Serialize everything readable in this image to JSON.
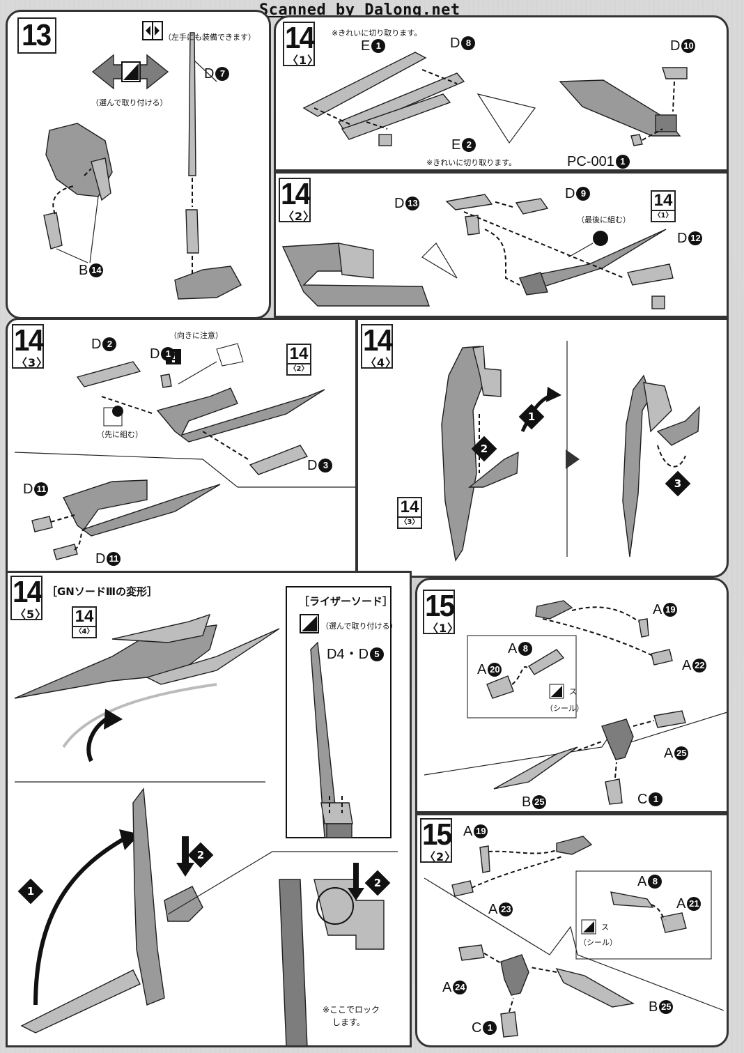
{
  "header": {
    "scanner_credit": "Scanned by Dalong.net"
  },
  "steps": {
    "s13": {
      "number": "13",
      "note_top": "（左手にも装備できます）",
      "note_choose": "（選んで取り付ける）",
      "labels": {
        "d7": "D",
        "d7n": "7",
        "b14": "B",
        "b14n": "14"
      }
    },
    "s14_1": {
      "number": "14",
      "sub": "〈1〉",
      "note_cut1": "※きれいに切り取ります。",
      "note_cut2": "※きれいに切り取ります。",
      "labels": {
        "e1": "E",
        "e1n": "1",
        "d8": "D",
        "d8n": "8",
        "e2": "E",
        "e2n": "2",
        "d10": "D",
        "d10n": "10",
        "pc": "PC-001",
        "pcn": "1"
      }
    },
    "s14_2": {
      "number": "14",
      "sub": "〈2〉",
      "note_last": "（最後に組む）",
      "ref": {
        "n": "14",
        "s": "〈1〉"
      },
      "labels": {
        "d13": "D",
        "d13n": "13",
        "d9": "D",
        "d9n": "9",
        "d12": "D",
        "d12n": "12"
      }
    },
    "s14_3": {
      "number": "14",
      "sub": "〈3〉",
      "note_dir": "（向きに注意）",
      "note_first": "（先に組む）",
      "ref": {
        "n": "14",
        "s": "〈2〉"
      },
      "labels": {
        "d2": "D",
        "d2n": "2",
        "d1": "D",
        "d1n": "1",
        "d3": "D",
        "d3n": "3",
        "d11a": "D",
        "d11an": "11",
        "d11b": "D",
        "d11bn": "11"
      }
    },
    "s14_4": {
      "number": "14",
      "sub": "〈4〉",
      "ref": {
        "n": "14",
        "s": "〈3〉"
      },
      "callouts": [
        "1",
        "2",
        "3"
      ]
    },
    "s14_5": {
      "number": "14",
      "sub": "〈5〉",
      "title": "［GNソードⅢの変形］",
      "ref": {
        "n": "14",
        "s": "〈4〉"
      },
      "riser_title": "［ライザーソード］",
      "note_choose": "（選んで取り付ける）",
      "labels": {
        "d45": "D",
        "d45n": "4・D",
        "d45m": "5"
      },
      "lock_note_1": "※ここでロック",
      "lock_note_2": "します。",
      "callouts": [
        "1",
        "2",
        "2"
      ]
    },
    "s15_1": {
      "number": "15",
      "sub": "〈1〉",
      "sticker": "（シール）",
      "sticker_mark": "ス",
      "labels": {
        "a19": "A",
        "a19n": "19",
        "a8": "A",
        "a8n": "8",
        "a20": "A",
        "a20n": "20",
        "a22": "A",
        "a22n": "22",
        "a25": "A",
        "a25n": "25",
        "b25": "B",
        "b25n": "25",
        "c1": "C",
        "c1n": "1"
      }
    },
    "s15_2": {
      "number": "15",
      "sub": "〈2〉",
      "sticker": "（シール）",
      "sticker_mark": "ス",
      "labels": {
        "a19": "A",
        "a19n": "19",
        "a8": "A",
        "a8n": "8",
        "a21": "A",
        "a21n": "21",
        "a23": "A",
        "a23n": "23",
        "a24": "A",
        "a24n": "24",
        "b25": "B",
        "b25n": "25",
        "c1": "C",
        "c1n": "1"
      }
    }
  },
  "colors": {
    "page": "#d9d9d9",
    "panel": "#ffffff",
    "part": "#9a9a9a",
    "ink": "#111111"
  }
}
